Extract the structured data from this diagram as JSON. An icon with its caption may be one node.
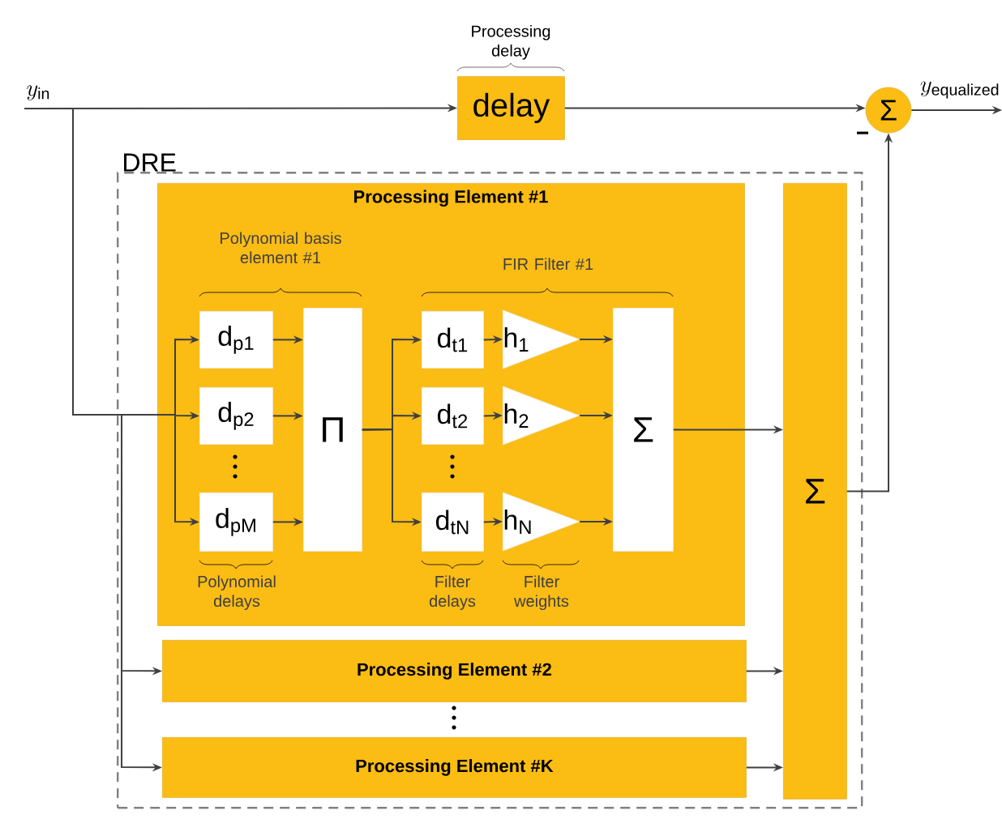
{
  "diagram": {
    "nodes": [
      {
        "text": [
          "y_{\\mathrm{in}}"
        ]
      },
      {
        "text": [
          "delay"
        ],
        "beside": [
          "Processing delay"
        ]
      },
      {
        "text": [
          "Σ"
        ]
      },
      {
        "text": [
          "y_{\\mathrm{equalized}}"
        ]
      },
      {
        "text": [
          "DRE"
        ]
      },
      {
        "text": [
          "Processing Element #1"
        ],
        "in": 4
      },
      {
        "text": [
          "d$_{p1}$"
        ],
        "in": 5
      },
      {
        "text": [
          "d$_{p2}$"
        ],
        "in": 5
      },
      {
        "text": [
          "d$_{pM}$"
        ],
        "in": 5
      },
      {
        "text": [
          "Π"
        ],
        "in": 5
      },
      {
        "text": [
          "d$_{t1}$"
        ],
        "in": 5
      },
      {
        "text": [
          "d$_{t2}$"
        ],
        "in": 5
      },
      {
        "text": [
          "d$_{tN}$"
        ],
        "in": 5
      },
      {
        "text": [
          "h$_{1}$"
        ],
        "in": 5
      },
      {
        "text": [
          "h$_{2}$"
        ],
        "in": 5
      },
      {
        "text": [
          "h$_{N}$"
        ],
        "in": 5
      },
      {
        "text": [
          "Σ"
        ],
        "in": 5
      },
      {
        "text": [
          "Processing Element #2"
        ],
        "in": 4
      },
      {
        "text": [
          "Processing Element #K"
        ],
        "in": 4
      },
      {
        "text": [
          "Σ"
        ],
        "in": 4
      }
    ],
    "edges": [
      {
        "from": 0,
        "to": 1,
        "arrow": "to"
      },
      {
        "from": 1,
        "to": 2,
        "arrow": "to"
      },
      {
        "from": 2,
        "to": 3,
        "arrow": "to"
      },
      {
        "from": 19,
        "to": 2,
        "arrow": "to"
      },
      {
        "from": 0,
        "to": 6,
        "arrow": "to"
      },
      {
        "from": 0,
        "to": 7,
        "arrow": "to"
      },
      {
        "from": 0,
        "to": 8,
        "arrow": "to"
      },
      {
        "from": 0,
        "to": 17,
        "arrow": "to"
      },
      {
        "from": 0,
        "to": 18,
        "arrow": "to"
      },
      {
        "from": 6,
        "to": 9,
        "arrow": "to"
      },
      {
        "from": 7,
        "to": 9,
        "arrow": "to"
      },
      {
        "from": 8,
        "to": 9,
        "arrow": "to"
      },
      {
        "from": 9,
        "to": 10,
        "arrow": "to"
      },
      {
        "from": 9,
        "to": 11,
        "arrow": "to"
      },
      {
        "from": 9,
        "to": 12,
        "arrow": "to"
      },
      {
        "from": 10,
        "to": 13,
        "arrow": "to"
      },
      {
        "from": 11,
        "to": 14,
        "arrow": "to"
      },
      {
        "from": 12,
        "to": 15,
        "arrow": "to"
      },
      {
        "from": 13,
        "to": 16,
        "arrow": "to"
      },
      {
        "from": 14,
        "to": 16,
        "arrow": "to"
      },
      {
        "from": 15,
        "to": 16,
        "arrow": "to"
      },
      {
        "from": 16,
        "to": 19,
        "arrow": "to"
      },
      {
        "from": 17,
        "to": 19,
        "arrow": "to"
      },
      {
        "from": 18,
        "to": 19,
        "arrow": "to"
      }
    ],
    "labels": [
      "−",
      "Polynomial basis element #1",
      "FIR Filter #1",
      "Polynomial delays",
      "Filter delays",
      "Filter weights"
    ]
  }
}
